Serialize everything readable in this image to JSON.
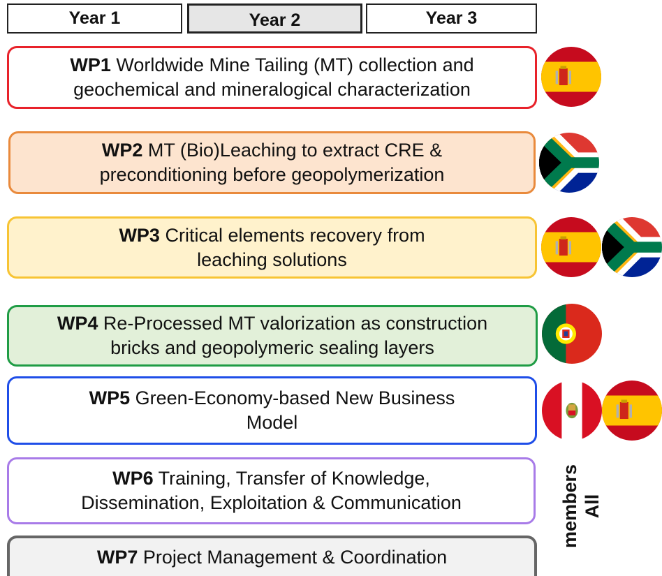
{
  "years": [
    "Year 1",
    "Year 2",
    "Year 3"
  ],
  "work_packages": [
    {
      "id": "WP1",
      "text": "Worldwide Mine Tailing (MT) collection and geochemical and mineralogical characterization",
      "line1": "Worldwide Mine Tailing (MT) collection and",
      "line2": "geochemical and mineralogical characterization",
      "border_color": "#e8222a",
      "fill_color": "#ffffff",
      "flags": [
        "spain"
      ]
    },
    {
      "id": "WP2",
      "text": "MT (Bio)Leaching to extract CRE & preconditioning before geopolymerization",
      "line1": "MT (Bio)Leaching to extract CRE &",
      "line2": "preconditioning before geopolymerization",
      "border_color": "#e98a3c",
      "fill_color": "#fde4cf",
      "flags": [
        "south-africa"
      ]
    },
    {
      "id": "WP3",
      "text": "Critical elements recovery from leaching solutions",
      "line1": "Critical elements recovery from",
      "line2": "leaching solutions",
      "border_color": "#f7c434",
      "fill_color": "#fff2cc",
      "flags": [
        "spain",
        "south-africa"
      ]
    },
    {
      "id": "WP4",
      "text": "Re-Processed MT valorization as construction bricks and geopolymeric sealing layers",
      "line1": "Re-Processed MT valorization as construction",
      "line2": "bricks and geopolymeric sealing layers",
      "border_color": "#1f9c45",
      "fill_color": "#e2f0d9",
      "flags": [
        "portugal"
      ]
    },
    {
      "id": "WP5",
      "text": "Green-Economy-based New Business Model",
      "line1": "Green-Economy-based New Business",
      "line2": "Model",
      "border_color": "#1f4ee8",
      "fill_color": "#ffffff",
      "flags": [
        "peru",
        "spain"
      ]
    },
    {
      "id": "WP6",
      "text": "Training, Transfer of Knowledge, Dissemination, Exploitation & Communication",
      "line1": "Training, Transfer of Knowledge,",
      "line2": "Dissemination, Exploitation & Communication",
      "border_color": "#a87be8",
      "fill_color": "#ffffff",
      "flags": []
    },
    {
      "id": "WP7",
      "text": "Project Management & Coordination",
      "line1": "Project Management & Coordination",
      "line2": "",
      "border_color": "#666666",
      "fill_color": "#f2f2f2",
      "flags": []
    }
  ],
  "all_members_label": {
    "line1": "All",
    "line2": "members"
  }
}
